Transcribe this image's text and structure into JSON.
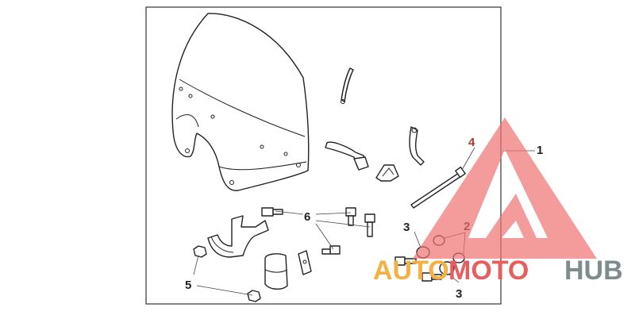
{
  "diagram": {
    "callouts": {
      "c1": "1",
      "c2": "2",
      "c3a": "3",
      "c3b": "3",
      "c4": "4",
      "c5": "5",
      "c6": "6"
    }
  },
  "watermark": {
    "auto": "AUTO",
    "moto": "MOTO",
    "hub": "HUB",
    "colors": {
      "auto": "#f5b041",
      "moto": "#e85d5d",
      "hub": "#7f8c8d",
      "triangle": "#f07070"
    }
  }
}
